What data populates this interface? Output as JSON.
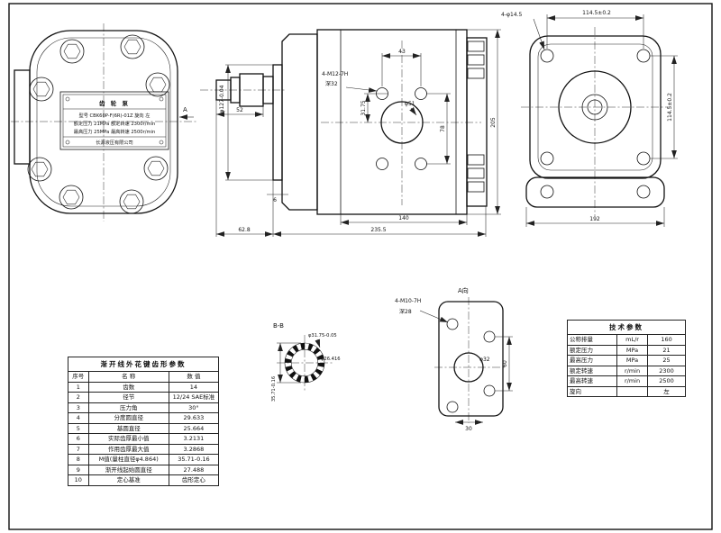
{
  "drawing": {
    "front_view": {
      "view_arrow_label": "A",
      "nameplate": {
        "title": "齿 轮 泵",
        "row1": "型号 CBK60P-F(6R)-01Z  旋向 左",
        "row2": "额定压力 21MPa  额定转速 2300r/min",
        "row3": "最高压力 25MPa  最高转速 2500r/min",
        "maker": "长源液压有限公司"
      }
    },
    "side_view": {
      "dims": {
        "hole_spacing": "43",
        "thread_label": "4-M12-7H",
        "thread_depth": "深32",
        "center_offset": "31.75",
        "bore": "φ51",
        "row_spacing": "78",
        "height": "205",
        "body_length": "140",
        "total_length": "235.5",
        "shaft_length": "62.8",
        "pilot_depth": "6",
        "spline_length": "52",
        "pilot_dia": "φ127-0.04"
      }
    },
    "rear_view": {
      "dims": {
        "corner_holes": "4-φ14.5",
        "hole_span_h": "114.5±0.2",
        "hole_span_v": "114.5±0.2",
        "base_width": "192"
      }
    },
    "spline_view": {
      "label": "B-B",
      "dims": {
        "tip_dia": "φ31.75-0.05",
        "root_dia": "φ26.416",
        "measure": "35.71-0.16"
      }
    },
    "a_view": {
      "label": "A向",
      "dims": {
        "thread_label": "4-M10-7H",
        "thread_depth": "深28",
        "bore": "φ32",
        "span_v": "60",
        "span_h": "30"
      }
    }
  },
  "spline_table": {
    "title": "渐开线外花键齿形参数",
    "headers": [
      "序号",
      "名  称",
      "数  值"
    ],
    "rows": [
      [
        "1",
        "齿数",
        "14"
      ],
      [
        "2",
        "径节",
        "12/24 SAE标准"
      ],
      [
        "3",
        "压力角",
        "30°"
      ],
      [
        "4",
        "分度圆直径",
        "29.633"
      ],
      [
        "5",
        "基圆直径",
        "25.664"
      ],
      [
        "6",
        "实际齿厚最小值",
        "3.2131"
      ],
      [
        "7",
        "作用齿厚最大值",
        "3.2868"
      ],
      [
        "8",
        "M值(量柱直径φ4.864)",
        "35.71-0.16"
      ],
      [
        "9",
        "渐开线起始圆直径",
        "27.488"
      ],
      [
        "10",
        "定心基准",
        "齿形定心"
      ]
    ]
  },
  "tech_table": {
    "title": "技术参数",
    "rows": [
      {
        "name": "公称排量",
        "unit": "mL/r",
        "value": "160"
      },
      {
        "name": "额定压力",
        "unit": "MPa",
        "value": "21"
      },
      {
        "name": "最高压力",
        "unit": "MPa",
        "value": "25"
      },
      {
        "name": "额定转速",
        "unit": "r/min",
        "value": "2300"
      },
      {
        "name": "最高转速",
        "unit": "r/min",
        "value": "2500"
      },
      {
        "name": "旋向",
        "unit": "",
        "value": "左"
      }
    ]
  }
}
